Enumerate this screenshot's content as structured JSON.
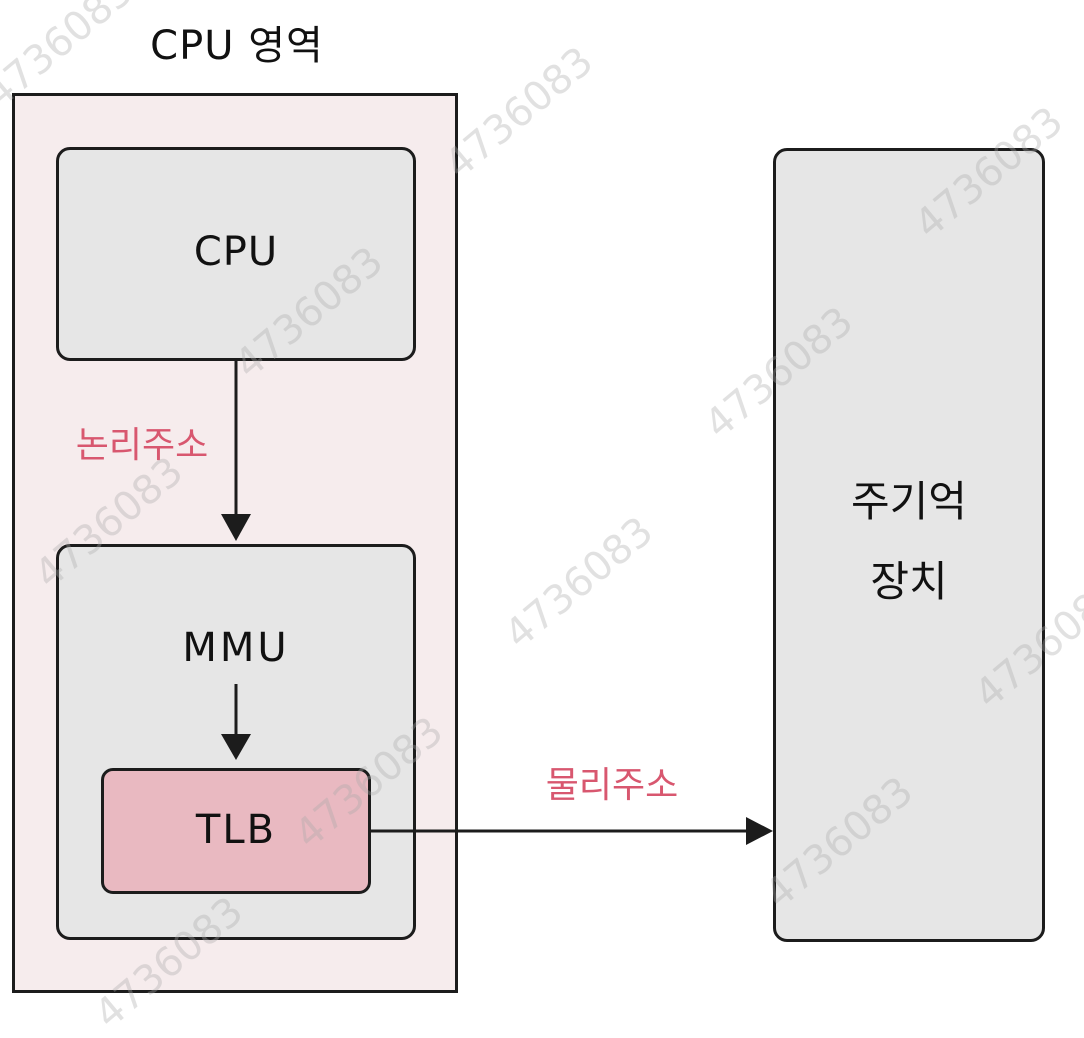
{
  "region": {
    "title": "CPU 영역"
  },
  "cpu": {
    "label": "CPU"
  },
  "mmu": {
    "label": "MMU"
  },
  "tlb": {
    "label": "TLB"
  },
  "memory": {
    "line1": "주기억",
    "line2": "장치"
  },
  "edges": {
    "logical_address": "논리주소",
    "physical_address": "물리주소"
  },
  "watermark": {
    "text": "4736083"
  },
  "colors": {
    "region_fill": "#f6eced",
    "box_fill": "#e6e6e6",
    "tlb_fill": "#e9b9c1",
    "address_text": "#d8576f",
    "stroke": "#1c1c1c"
  }
}
